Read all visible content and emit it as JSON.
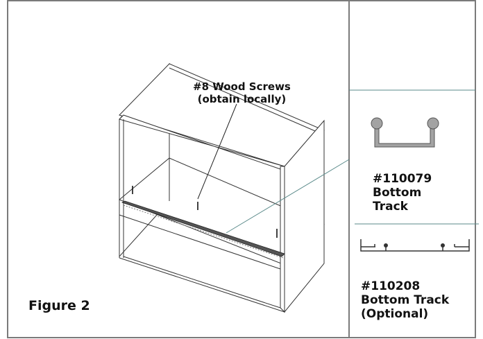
{
  "callouts": {
    "screws": "#8 Wood Screws\n(obtain locally)"
  },
  "figure_label": "Figure 2",
  "parts": [
    {
      "label": "#110079\nBottom\nTrack"
    },
    {
      "label": "#110208\nBottom Track\n(Optional)"
    }
  ],
  "colors": {
    "frame": "#7a7a7a",
    "leader": "#5a8a8a",
    "track_fill": "#a3a3a3",
    "lines": "#333333"
  }
}
